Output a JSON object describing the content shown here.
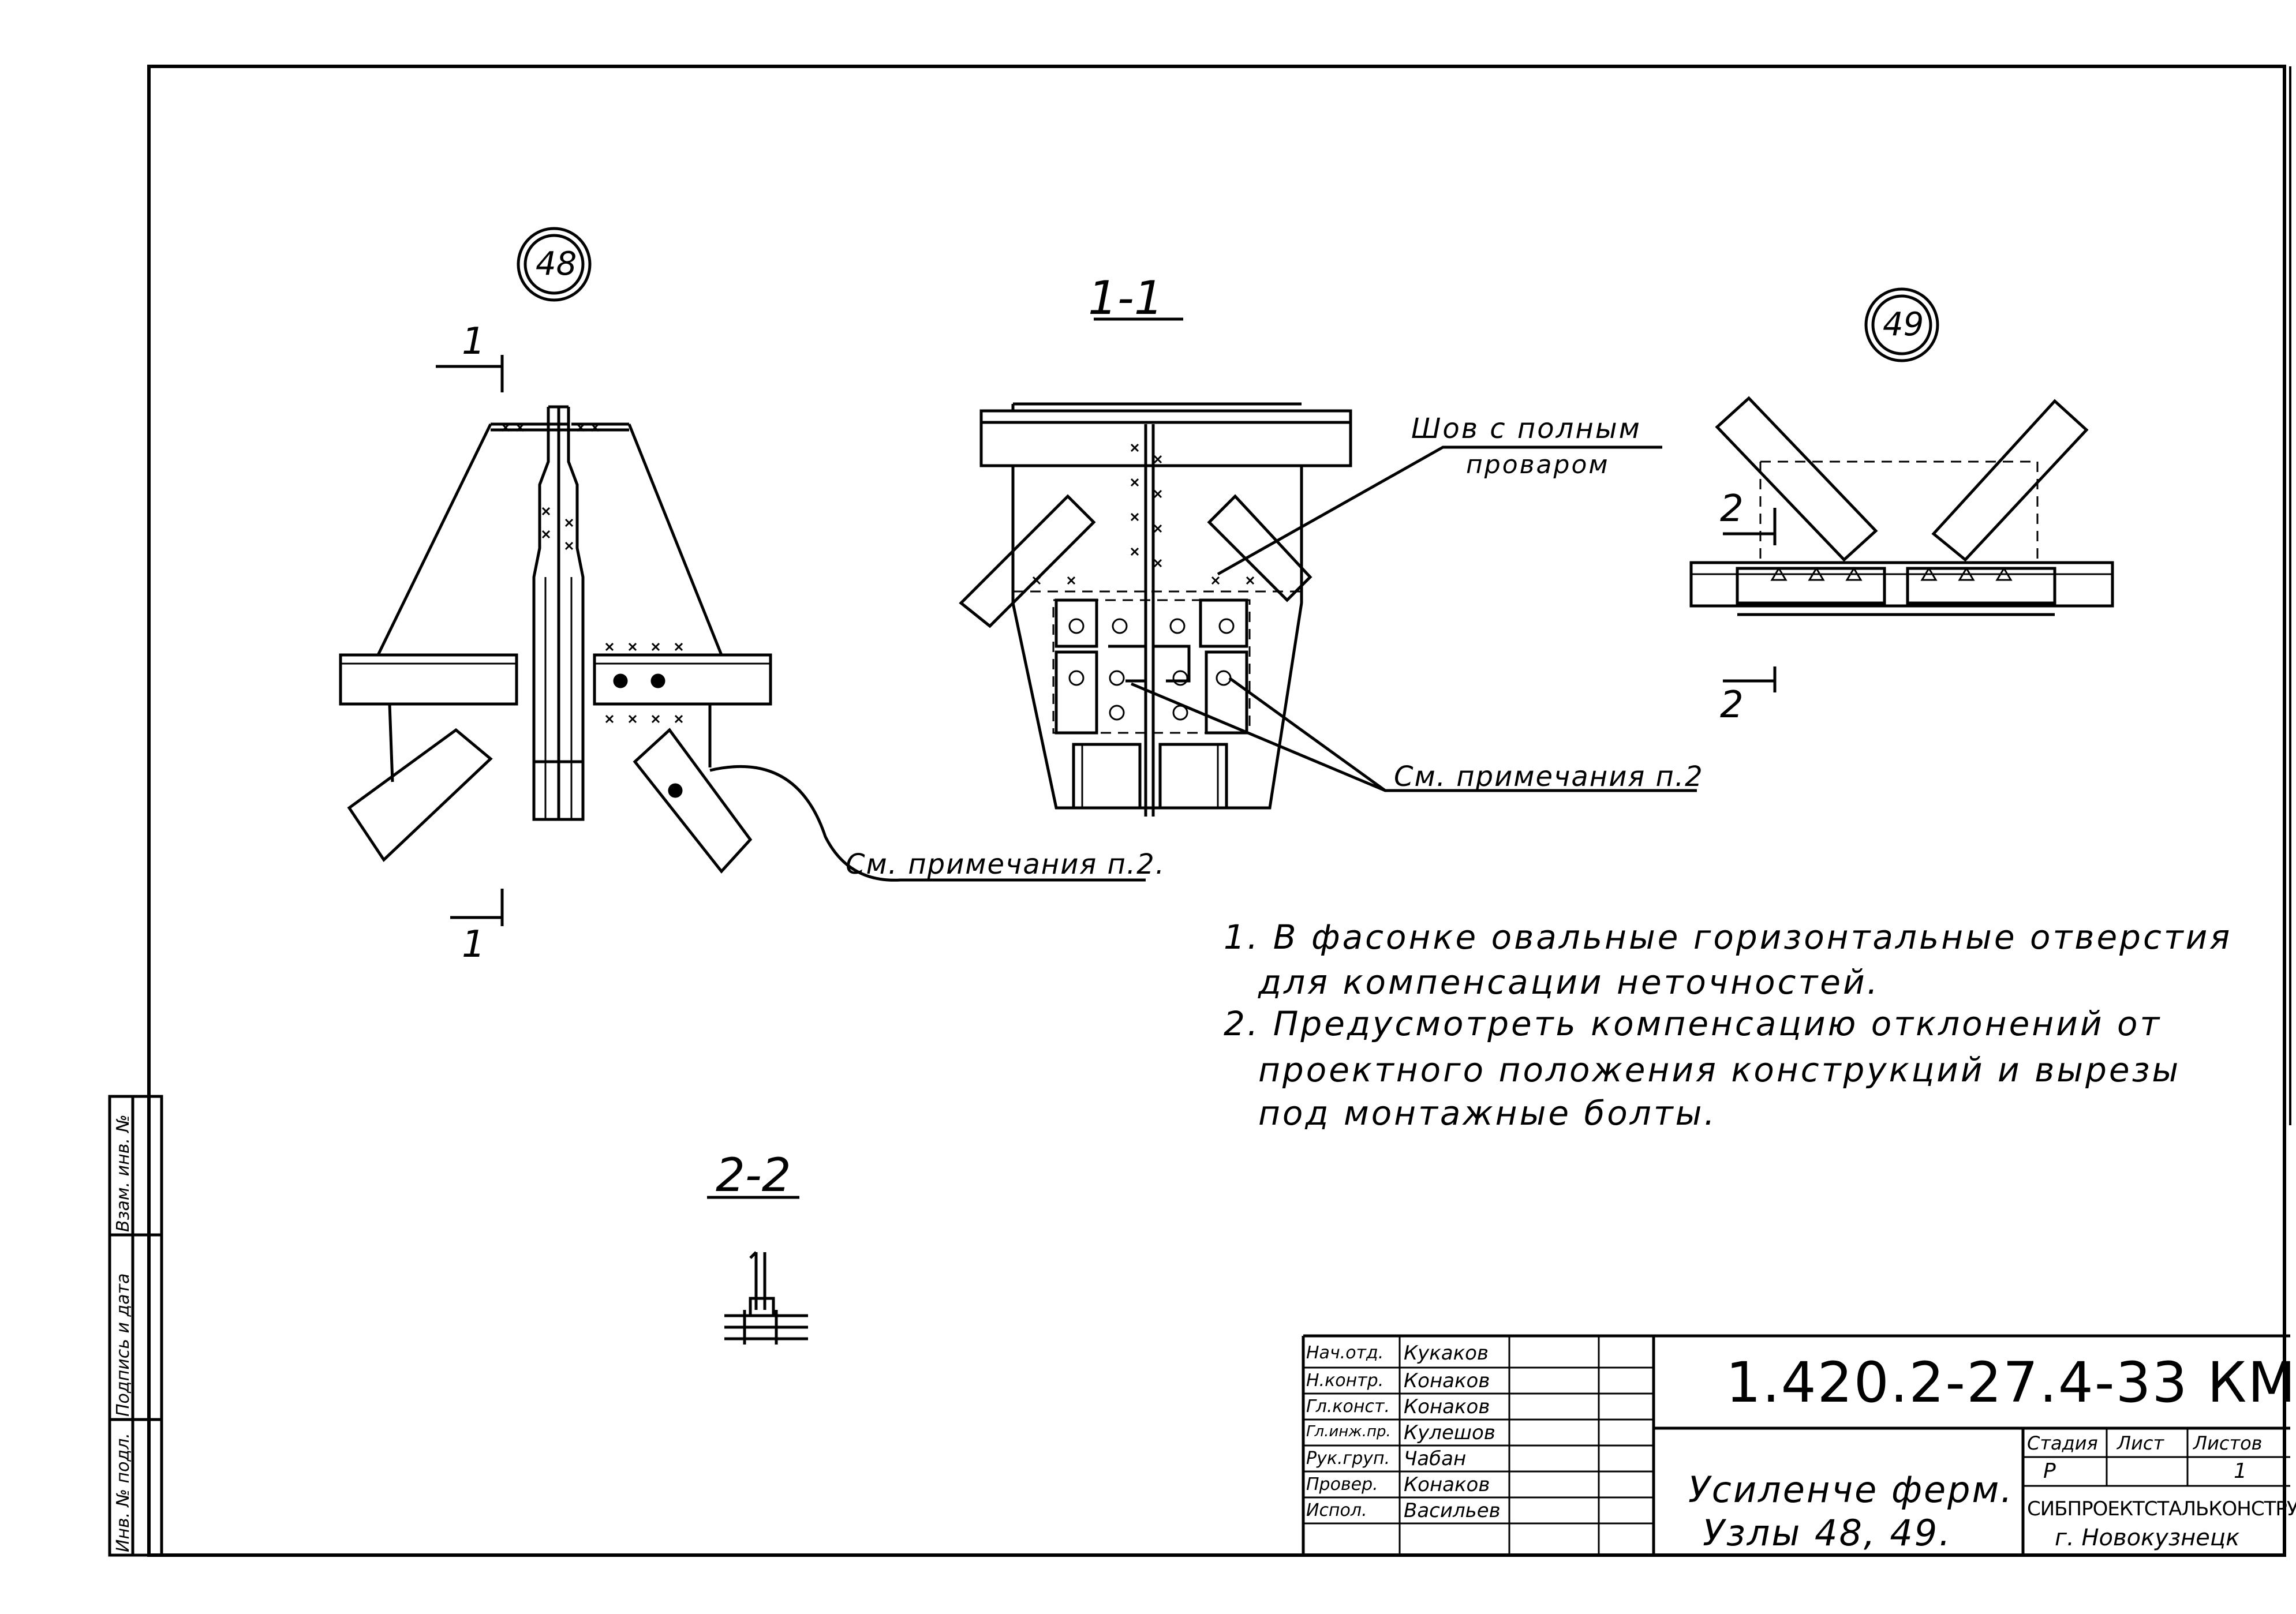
{
  "views": {
    "node48": "48",
    "node49": "49",
    "section11": "1-1",
    "section22": "2-2",
    "cut1_top": "1",
    "cut1_bottom": "1",
    "cut2_top": "2",
    "cut2_bottom": "2"
  },
  "callouts": {
    "weld": [
      "Шов с полным",
      "проваром"
    ],
    "see_note_a": "См. примечания п.2.",
    "see_note_b": "См. примечания п.2"
  },
  "notes": [
    "1. В фасонке овальные горизонтальные отверстия",
    "для компенсации неточностей.",
    "2. Предусмотреть компенсацию отклонений от",
    "проектного положения конструкций и вырезы",
    "под монтажные болты."
  ],
  "side_stamp": [
    "Инв. № подл.",
    "Подпись и дата",
    "Взам. инв. №"
  ],
  "title_block": {
    "designation": "1.420.2-27.4-33 КМ",
    "title_lines": [
      "Усиленче ферм.",
      "Узлы 48, 49."
    ],
    "signatures": [
      {
        "role": "Нач.отд.",
        "name": "Кукаков"
      },
      {
        "role": "Н.контр.",
        "name": "Конаков"
      },
      {
        "role": "Гл.конст.",
        "name": "Конаков"
      },
      {
        "role": "Гл.инж.пр.",
        "name": "Кулешов"
      },
      {
        "role": "Рук.груп.",
        "name": "Чабан"
      },
      {
        "role": "Провер.",
        "name": "Конаков"
      },
      {
        "role": "Испол.",
        "name": "Васильев"
      }
    ],
    "stage_headers": [
      "Стадия",
      "Лист",
      "Листов"
    ],
    "stage_values": [
      "Р",
      "",
      "1"
    ],
    "org": "СИБПРОЕКТСТАЛЬКОНСТРУКЦИЯ",
    "city": "г. Новокузнецк"
  }
}
